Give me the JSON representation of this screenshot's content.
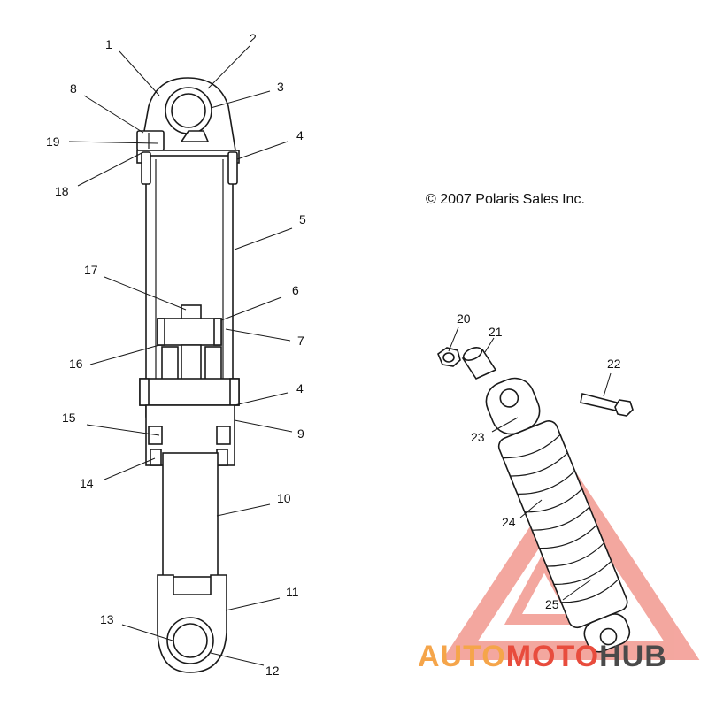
{
  "copyright": "© 2007 Polaris Sales Inc.",
  "callouts": {
    "c1": "1",
    "c2": "2",
    "c3": "3",
    "c4a": "4",
    "c5": "5",
    "c6": "6",
    "c7": "7",
    "c8": "8",
    "c19": "19",
    "c18": "18",
    "c17": "17",
    "c16": "16",
    "c4b": "4",
    "c15": "15",
    "c9": "9",
    "c14": "14",
    "c10": "10",
    "c11": "11",
    "c13": "13",
    "c12": "12",
    "c20": "20",
    "c21": "21",
    "c22": "22",
    "c23": "23",
    "c24": "24",
    "c25": "25"
  },
  "watermark": {
    "part1": "AUTO",
    "part2": "MOTO",
    "part3": "HUB",
    "color_orange": "#f5a54a",
    "color_red": "#e84c3d",
    "color_gray": "#4a4a4a"
  }
}
